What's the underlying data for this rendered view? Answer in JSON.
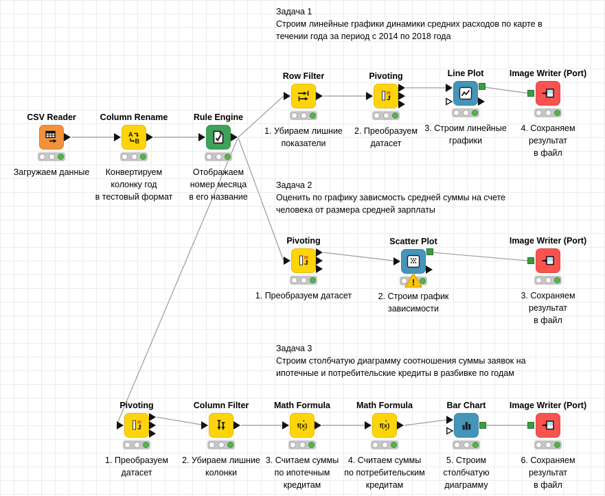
{
  "workflow": {
    "app": "KNIME workflow editor canvas",
    "colors": {
      "node_orange": "#f2923c",
      "node_yellow": "#ffd50a",
      "node_green": "#3fa25b",
      "node_blue": "#4595ba",
      "node_red": "#f9534f",
      "image_port_green": "#3d9b43",
      "status_green": "#55b44b",
      "warning_yellow": "#fdc609",
      "wire_gray": "#9b9b9b",
      "grid_line": "#ececf1"
    }
  },
  "tasks": [
    {
      "title": "Задача 1",
      "body": "Строим линейные графики динамики средних расходов по карте в\nтечении года за период с 2014 по 2018 года"
    },
    {
      "title": "Задача 2",
      "body": "Оценить по графику зависмость средней суммы на счете\nчеловека от размера средней зарплаты"
    },
    {
      "title": "Задача 3",
      "body": "Строим столбчатую диаграмму соотношения суммы заявок на\nипотечные и потребительские кредиты в разбивке по годам"
    }
  ],
  "nodes": [
    {
      "name": "CSV Reader",
      "caption": "Загружаем данные",
      "icon": "table-arrow-icon",
      "status": "executed"
    },
    {
      "name": "Column Rename",
      "caption": "Конвертируем\nколонку год\nв тестовый формат",
      "icon": "rename-ab-icon",
      "status": "executed"
    },
    {
      "name": "Rule Engine",
      "caption": "Отображаем\nномер месяца\nв его название",
      "icon": "document-check-icon",
      "status": "executed"
    },
    {
      "name": "Row Filter",
      "caption": "1. Убираем лишние\nпоказатели",
      "icon": "row-filter-arrows-icon",
      "status": "executed"
    },
    {
      "name": "Pivoting",
      "caption": "2. Преобразуем\nдатасет",
      "icon": "pivot-table-icon",
      "status": "executed"
    },
    {
      "name": "Line Plot",
      "caption": "3. Строим линейные\nграфики",
      "icon": "line-chart-icon",
      "status": "executed"
    },
    {
      "name": "Image Writer (Port)",
      "caption": "4. Сохраняем\nрезультат\nв файл",
      "icon": "image-export-icon",
      "status": "executed"
    },
    {
      "name": "Pivoting",
      "caption": "1. Преобразуем датасет",
      "icon": "pivot-table-icon",
      "status": "executed"
    },
    {
      "name": "Scatter Plot",
      "caption": "2. Строим график\nзависимости",
      "icon": "scatter-dots-icon",
      "status": "executed_with_warning"
    },
    {
      "name": "Image Writer (Port)",
      "caption": "3. Сохраняем\nрезультат\nв файл",
      "icon": "image-export-icon",
      "status": "executed"
    },
    {
      "name": "Pivoting",
      "caption": "1. Преобразуем\nдатасет",
      "icon": "pivot-table-icon",
      "status": "executed"
    },
    {
      "name": "Column Filter",
      "caption": "2. Убираем лишние\nколонки",
      "icon": "column-filter-arrows-icon",
      "status": "executed"
    },
    {
      "name": "Math Formula",
      "caption": "3. Считаем суммы\nпо ипотечным\nкредитам",
      "icon": "fx-formula-icon",
      "status": "executed"
    },
    {
      "name": "Math Formula",
      "caption": "4. Считаем суммы\nпо потребительским\nкредитам",
      "icon": "fx-formula-icon",
      "status": "executed"
    },
    {
      "name": "Bar Chart",
      "caption": "5. Строим\nстолбчатую\nдиаграмму",
      "icon": "bar-chart-icon",
      "status": "executed"
    },
    {
      "name": "Image Writer (Port)",
      "caption": "6. Сохраняем\nрезультат\nв файл",
      "icon": "image-export-icon",
      "status": "executed"
    }
  ]
}
